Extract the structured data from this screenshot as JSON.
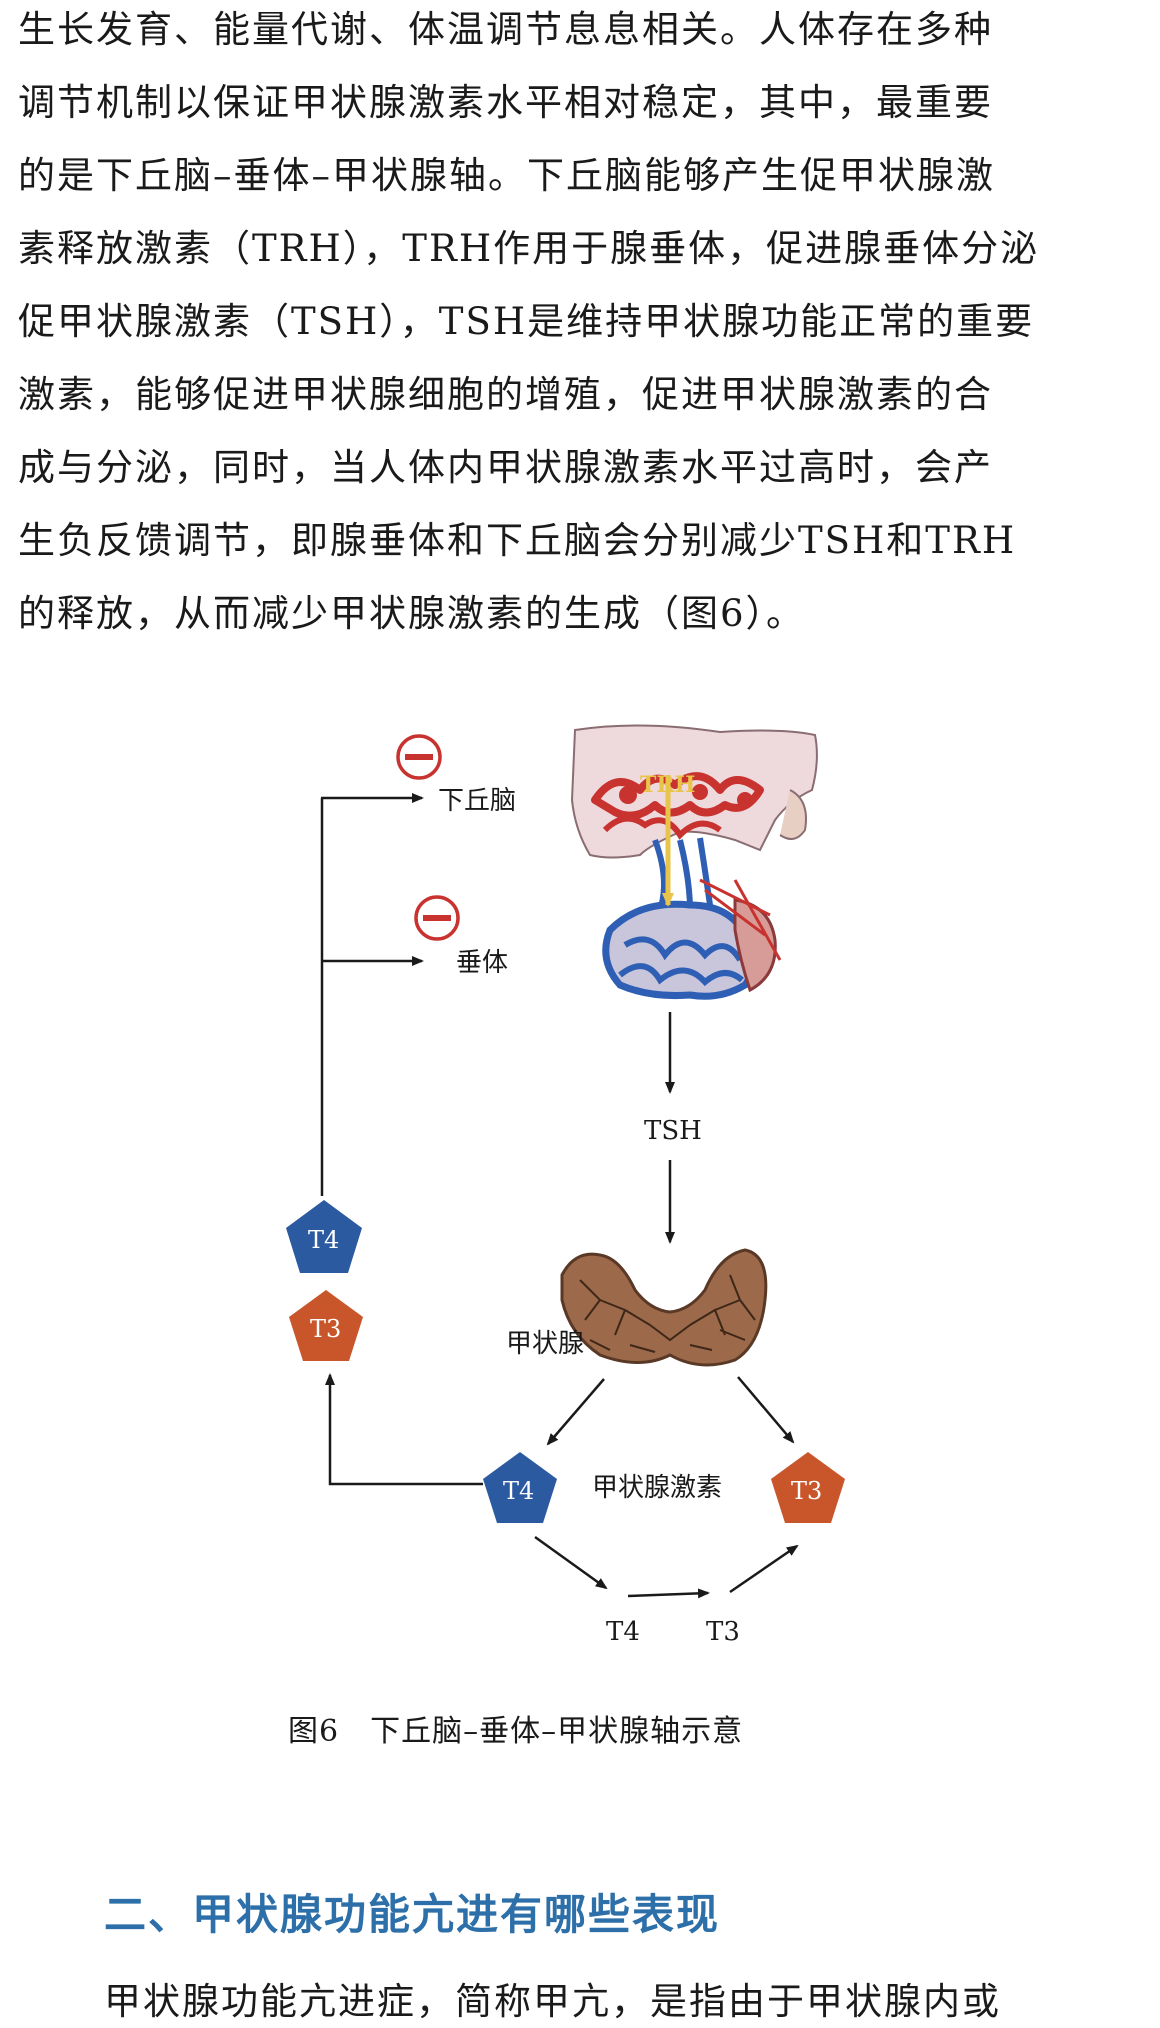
{
  "paragraph": {
    "lines": [
      "生长发育、能量代谢、体温调节息息相关。人体存在多种",
      "调节机制以保证甲状腺激素水平相对稳定，其中，最重要",
      "的是下丘脑–垂体–甲状腺轴。下丘脑能够产生促甲状腺激",
      "素释放激素（TRH），TRH作用于腺垂体，促进腺垂体分泌",
      "促甲状腺激素（TSH），TSH是维持甲状腺功能正常的重要",
      "激素，能够促进甲状腺细胞的增殖，促进甲状腺激素的合",
      "成与分泌，同时，当人体内甲状腺激素水平过高时，会产",
      "生负反馈调节，即腺垂体和下丘脑会分别减少TSH和TRH",
      "的释放，从而减少甲状腺激素的生成（图6）。"
    ]
  },
  "figure": {
    "labels": {
      "hypothalamus": "下丘脑",
      "pituitary": "垂体",
      "trh": "TRH",
      "tsh": "TSH",
      "thyroid": "甲状腺",
      "thyroid_hormone": "甲状腺激素",
      "t4": "T4",
      "t3": "T3"
    },
    "caption": "图6　下丘脑–垂体–甲状腺轴示意"
  },
  "section": {
    "heading": "二、甲状腺功能亢进有哪些表现",
    "intro": "甲状腺功能亢进症，简称甲亢，是指由于甲状腺内或"
  },
  "colors": {
    "heading": "#2d6fa8",
    "t4_blue": "#2b5aa0",
    "t3_orange": "#c9562a",
    "inhibit_red": "#c8322f",
    "vessel_red": "#c8322f",
    "vessel_blue": "#2f5fb4",
    "thyroid_brown": "#8a5a3c",
    "trh_yellow": "#e8c44a"
  }
}
